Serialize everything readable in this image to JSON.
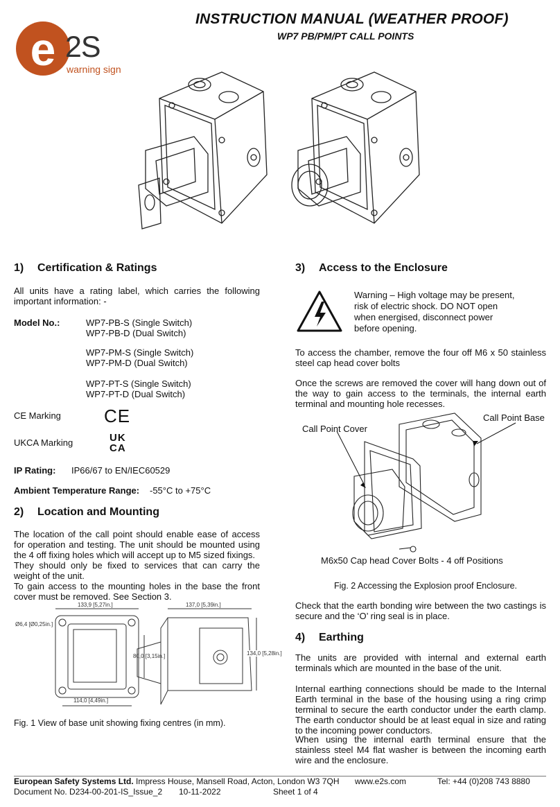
{
  "header": {
    "title": "INSTRUCTION MANUAL (WEATHER PROOF)",
    "subtitle": "WP7 PB/PM/PT CALL POINTS",
    "logo_main": "2S",
    "logo_sub": "warning sign",
    "logo_letter": "e"
  },
  "section1": {
    "heading_num": "1)",
    "heading": "Certification & Ratings",
    "intro": "All units have a rating label, which carries the following important information: -",
    "model_label": "Model No.:",
    "models": [
      "WP7-PB-S (Single Switch)",
      "WP7-PB-D (Dual Switch)",
      "WP7-PM-S (Single Switch)",
      "WP7-PM-D (Dual Switch)",
      "WP7-PT-S (Single Switch)",
      "WP7-PT-D (Dual Switch)"
    ],
    "ce_label": "CE Marking",
    "ce_mark": "CE",
    "ukca_label": "UKCA Marking",
    "ukca_mark_top": "UK",
    "ukca_mark_bottom": "CA",
    "ip_label": "IP Rating:",
    "ip_value": "IP66/67 to EN/IEC60529",
    "temp_label": "Ambient Temperature Range:",
    "temp_value": "-55°C to +75°C"
  },
  "section2": {
    "heading_num": "2)",
    "heading": "Location and Mounting",
    "para1": "The location of the call point should enable ease of access for operation and testing. The unit should be mounted using the 4 off fixing holes which will accept up to M5 sized fixings.",
    "para2": "They should only be fixed to services that can carry the weight of the unit.",
    "para3": "To gain access to the mounting holes in the base the front cover must be removed.  See Section 3.",
    "dims": {
      "width_top": "133,9 [5,27in.]",
      "hole": "Ø6,4 [Ø0,25in.]",
      "centres_v": "80,0 [3,15in.]",
      "centres_h": "114,0 [4,49in.]",
      "side_width": "137,0 [5,39in.]",
      "side_height": "134,0 [5,28in.]"
    },
    "fig1_caption": "Fig. 1 View of base unit showing fixing centres (in mm)."
  },
  "section3": {
    "heading_num": "3)",
    "heading": "Access to the Enclosure",
    "warning": [
      "Warning – High voltage may be present,",
      "risk of electric shock. DO NOT open",
      "when energised, disconnect power",
      "before opening."
    ],
    "para1": "To access the chamber, remove the four off M6 x 50 stainless steel cap head cover bolts",
    "para2": "Once the screws are removed the cover will hang down out of the way to gain access to the terminals, the internal earth terminal and mounting hole recesses.",
    "label_cover": "Call Point Cover",
    "label_base": "Call Point Base",
    "label_bolts": "M6x50 Cap head Cover Bolts - 4 off Positions",
    "fig2_caption": "Fig. 2 Accessing the Explosion proof Enclosure.",
    "para3": "Check that the earth bonding wire between the two castings is secure and the ‘O’ ring seal is in place."
  },
  "section4": {
    "heading_num": "4)",
    "heading": "Earthing",
    "para1": "The units are provided with internal and external earth terminals which are mounted in the base of the unit.",
    "para2": "Internal earthing connections should be made to the Internal Earth terminal in the base of the housing using a ring crimp terminal to secure the earth conductor under the earth clamp. The earth conductor should be at least equal in size and rating to the incoming power conductors.",
    "para3": "When using the internal earth terminal ensure that the stainless steel M4 flat washer is between the incoming earth wire and the enclosure."
  },
  "footer": {
    "company": "European Safety Systems Ltd.",
    "address": "Impress House, Mansell Road, Acton, London W3 7QH",
    "web": "www.e2s.com",
    "tel": "Tel: +44 (0)208 743 8880",
    "doc": "Document No. D234-00-201-IS_Issue_2",
    "date": "10-11-2022",
    "sheet": "Sheet 1 of 4"
  },
  "colors": {
    "brand": "#c1521f",
    "text": "#111111",
    "line": "#777777"
  }
}
